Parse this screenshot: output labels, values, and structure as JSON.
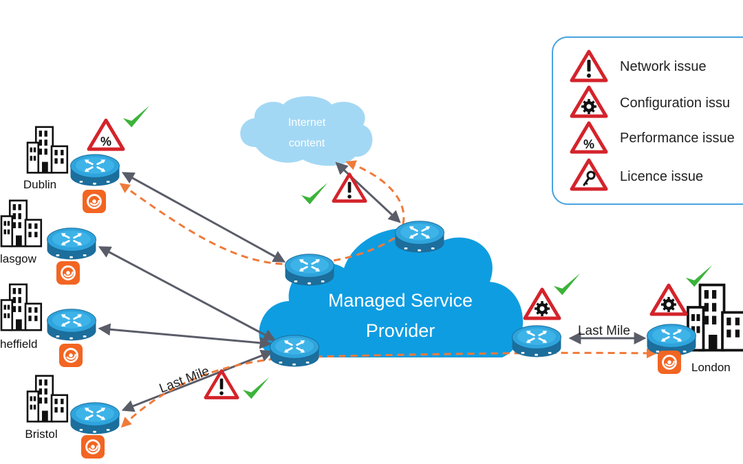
{
  "cloud": {
    "label_line1": "Managed Service",
    "label_line2": "Provider"
  },
  "internet": {
    "label_line1": "Internet",
    "label_line2": "content"
  },
  "sites": {
    "dublin": "Dublin",
    "glasgow": "lasgow",
    "sheffield": "heffield",
    "bristol": "Bristol",
    "london": "London"
  },
  "links": {
    "bristol_last_mile": "Last Mile",
    "london_last_mile": "Last Mile"
  },
  "legend": {
    "items": [
      {
        "icon": "exclamation-warning-icon",
        "label": "Network issue"
      },
      {
        "icon": "gear-warning-icon",
        "label": "Configuration issu"
      },
      {
        "icon": "percent-warning-icon",
        "label": "Performance issue"
      },
      {
        "icon": "key-warning-icon",
        "label": "Licence issue"
      }
    ]
  },
  "colors": {
    "cloud": "#0f9de1",
    "internet_cloud": "#a3d8f4",
    "router": "#2fa4dc",
    "link": "#5a5d68",
    "dashed_path": "#f07a3a",
    "warning_border": "#d4232b",
    "check": "#3cb33a",
    "legend_border": "#4aa3df",
    "app_badge": "#f26522"
  }
}
